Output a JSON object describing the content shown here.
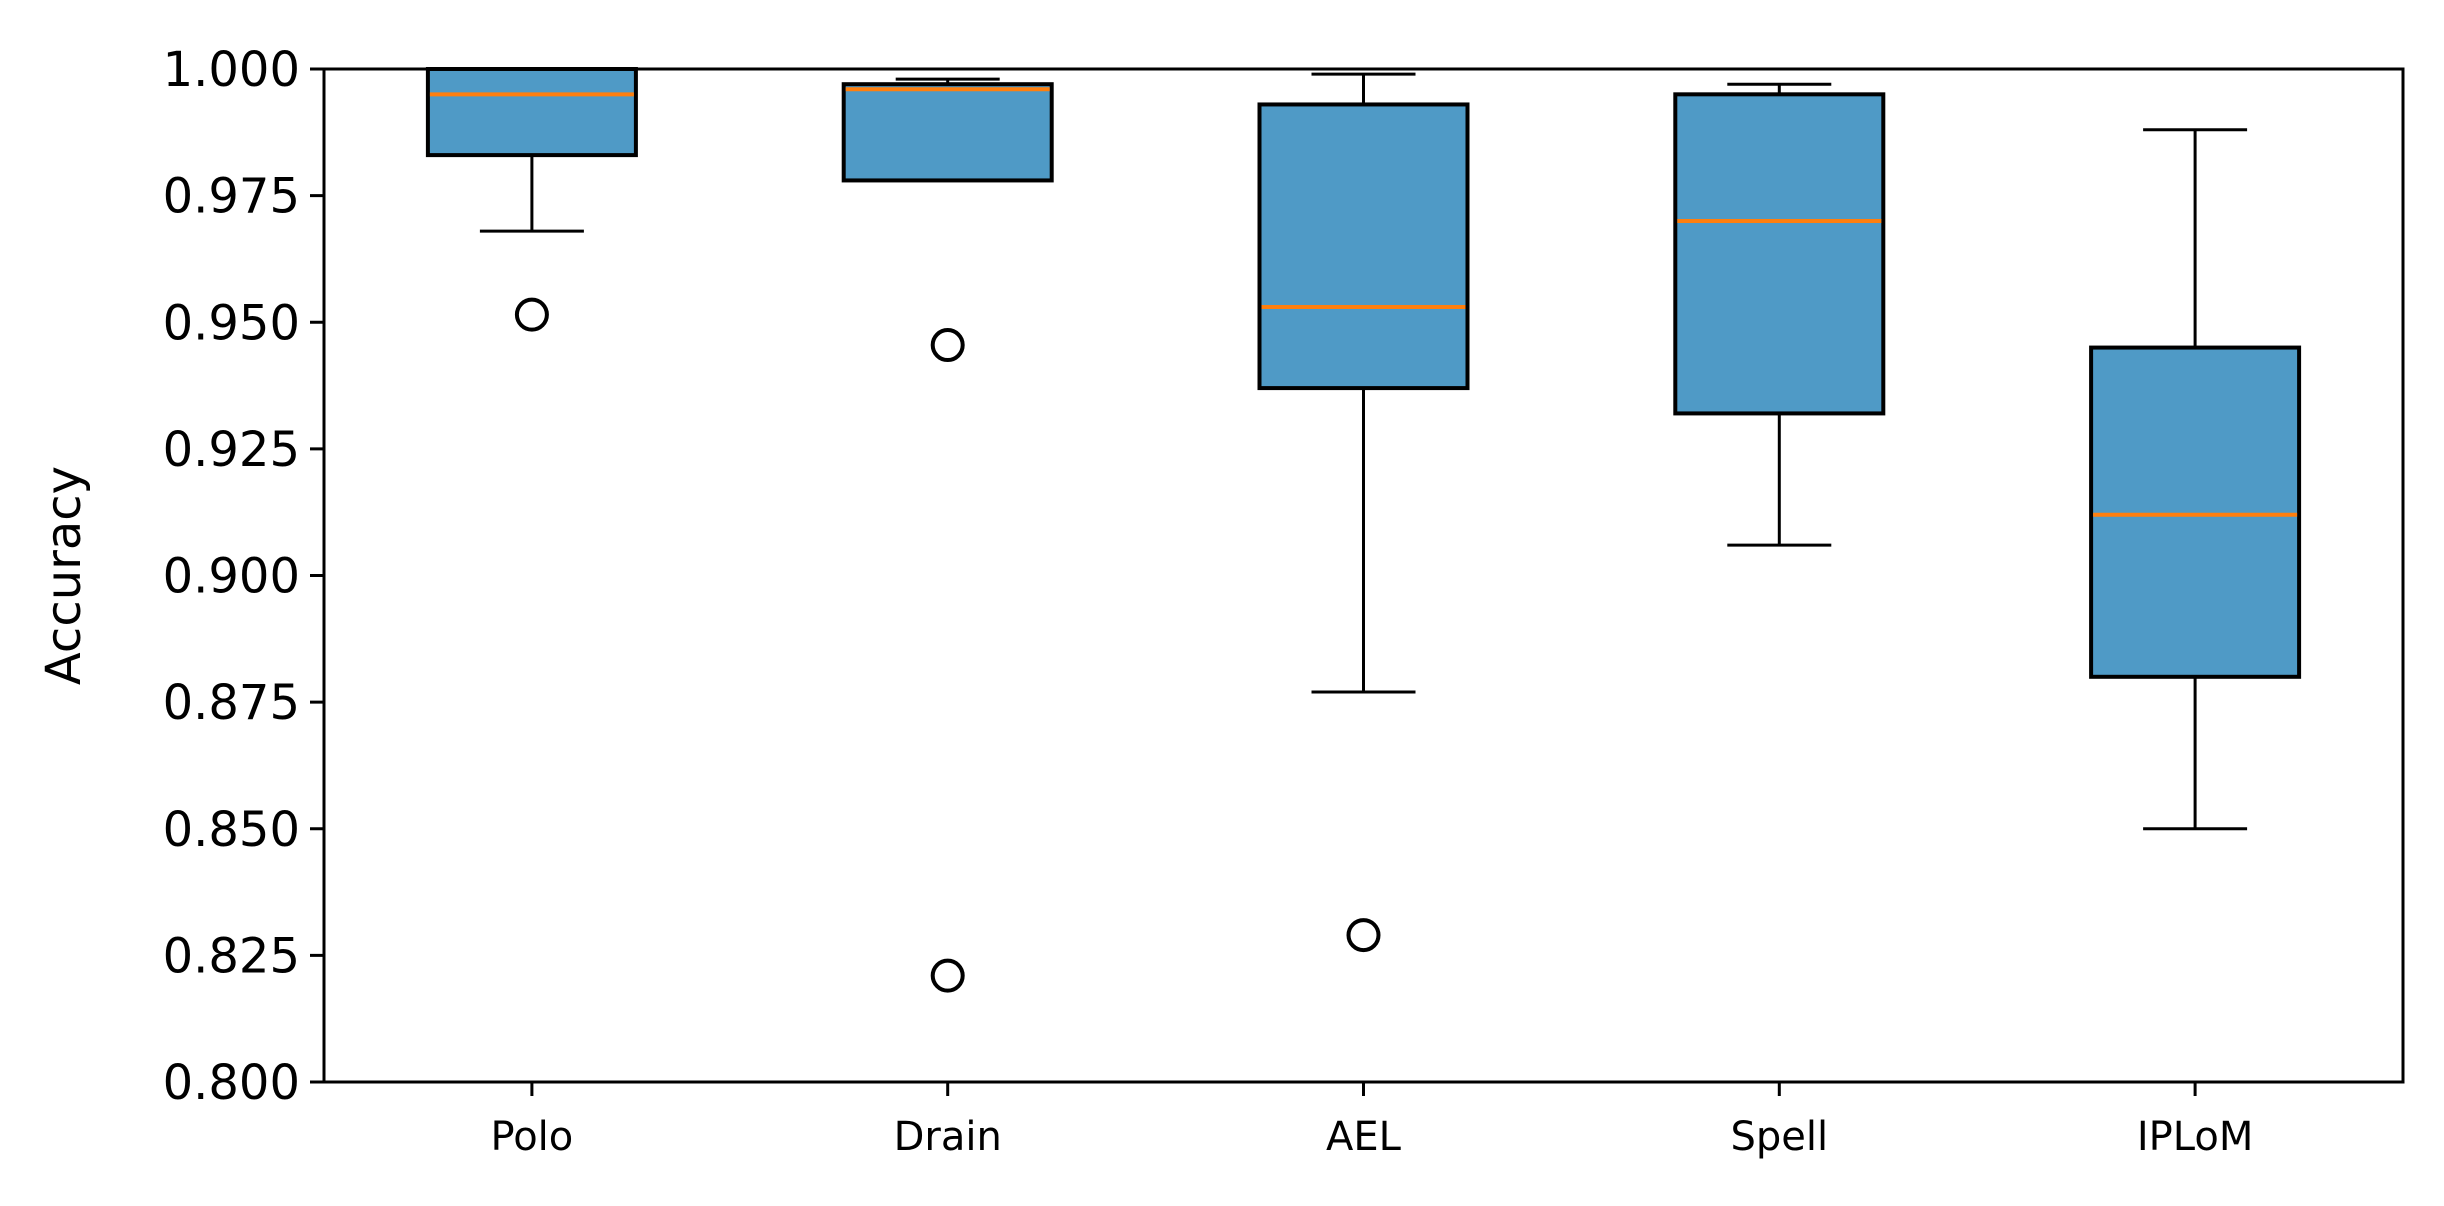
{
  "chart_data": {
    "type": "box",
    "title": "",
    "xlabel": "",
    "ylabel": "Accuracy",
    "ylim": [
      0.8,
      1.0
    ],
    "yticks": [
      "0.800",
      "0.825",
      "0.850",
      "0.875",
      "0.900",
      "0.925",
      "0.950",
      "0.975",
      "1.000"
    ],
    "grid": false,
    "categories": [
      "Polo",
      "Drain",
      "AEL",
      "Spell",
      "IPLoM"
    ],
    "boxes": [
      {
        "category": "Polo",
        "whisker_low": 0.968,
        "q1": 0.983,
        "median": 0.995,
        "q3": 1.0,
        "whisker_high": 1.0,
        "outliers": [
          0.9515
        ]
      },
      {
        "category": "Drain",
        "whisker_low": 0.978,
        "q1": 0.978,
        "median": 0.996,
        "q3": 0.997,
        "whisker_high": 0.998,
        "outliers": [
          0.9455,
          0.821
        ]
      },
      {
        "category": "AEL",
        "whisker_low": 0.877,
        "q1": 0.937,
        "median": 0.953,
        "q3": 0.993,
        "whisker_high": 0.999,
        "outliers": [
          0.829
        ]
      },
      {
        "category": "Spell",
        "whisker_low": 0.906,
        "q1": 0.932,
        "median": 0.97,
        "q3": 0.995,
        "whisker_high": 0.997,
        "outliers": []
      },
      {
        "category": "IPLoM",
        "whisker_low": 0.85,
        "q1": 0.88,
        "median": 0.912,
        "q3": 0.945,
        "whisker_high": 0.988,
        "outliers": []
      }
    ],
    "colors": {
      "box_fill": "#4f9ac6",
      "median": "#ff7f0e",
      "stroke": "#000000"
    }
  }
}
